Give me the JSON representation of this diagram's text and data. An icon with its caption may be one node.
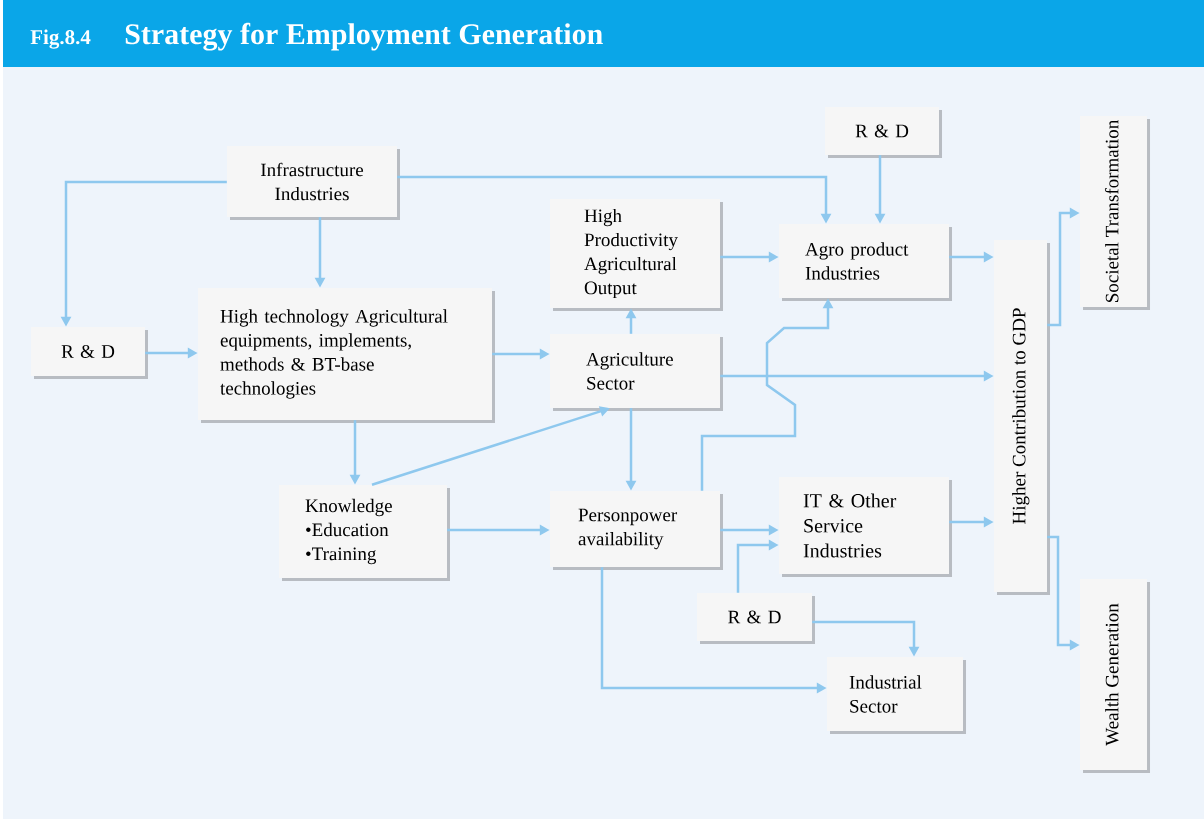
{
  "diagram": {
    "title": "Strategy for Employment Generation",
    "nodes": [
      {
        "text": [
          "Infrastructure Industries"
        ]
      },
      {
        "text": [
          "R & D"
        ]
      },
      {
        "text": [
          "High technology Agricultural equipments, implements, methods & BT-base technologies"
        ]
      },
      {
        "text": [
          "High Productivity Agricultural Output"
        ]
      },
      {
        "text": [
          "R & D"
        ]
      },
      {
        "text": [
          "Agro product Industries"
        ]
      },
      {
        "text": [
          "Agriculture Sector"
        ]
      },
      {
        "text": [
          "Knowledge",
          "•Education",
          "•Training"
        ]
      },
      {
        "text": [
          "Personpower availability"
        ]
      },
      {
        "text": [
          "IT & Other Service Industries"
        ]
      },
      {
        "text": [
          "R & D"
        ]
      },
      {
        "text": [
          "Industrial Sector"
        ]
      },
      {
        "text": [
          "Higher Contribution to GDP"
        ]
      },
      {
        "text": [
          "Societal Transformation"
        ]
      },
      {
        "text": [
          "Wealth Generation"
        ]
      }
    ],
    "edges": [
      {
        "from": 0,
        "to": 1,
        "arrow": "to"
      },
      {
        "from": 0,
        "to": 2,
        "arrow": "to"
      },
      {
        "from": 0,
        "to": 5,
        "arrow": "to"
      },
      {
        "from": 1,
        "to": 2,
        "arrow": "to"
      },
      {
        "from": 2,
        "to": 6,
        "arrow": "to"
      },
      {
        "from": 2,
        "to": 7,
        "arrow": "to"
      },
      {
        "from": 7,
        "to": 6,
        "arrow": "to"
      },
      {
        "from": 6,
        "to": 3,
        "arrow": "to"
      },
      {
        "from": 6,
        "to": 8,
        "arrow": "to"
      },
      {
        "from": 6,
        "to": 12,
        "arrow": "to"
      },
      {
        "from": 3,
        "to": 5,
        "arrow": "to"
      },
      {
        "from": 4,
        "to": 5,
        "arrow": "to"
      },
      {
        "from": 5,
        "to": 12,
        "arrow": "to"
      },
      {
        "from": 7,
        "to": 8,
        "arrow": "to"
      },
      {
        "from": 8,
        "to": 9,
        "arrow": "to"
      },
      {
        "from": 8,
        "to": 5,
        "arrow": "to"
      },
      {
        "from": 10,
        "to": 9,
        "arrow": "to"
      },
      {
        "from": 10,
        "to": 11,
        "arrow": "to"
      },
      {
        "from": 8,
        "to": 11,
        "arrow": "to"
      },
      {
        "from": 9,
        "to": 12,
        "arrow": "to"
      },
      {
        "from": 12,
        "to": 13,
        "arrow": "to"
      },
      {
        "from": 12,
        "to": 14,
        "arrow": "to"
      }
    ],
    "labels": [
      "Fig.8.4"
    ]
  }
}
